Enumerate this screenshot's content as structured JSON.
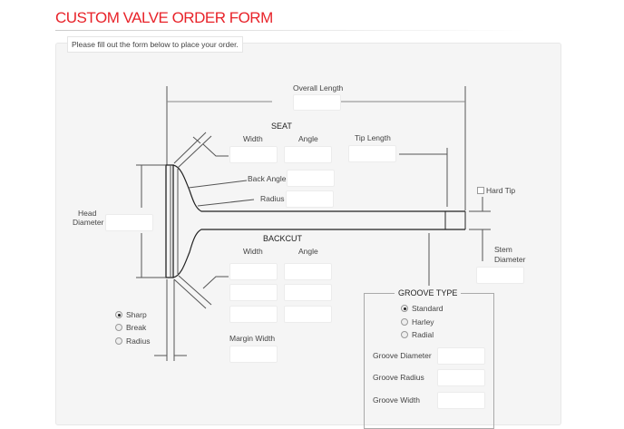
{
  "title": "CUSTOM VALVE ORDER FORM",
  "intro": "Please fill out the form below to place your order.",
  "labels": {
    "overall_length": "Overall Length",
    "seat": "SEAT",
    "width": "Width",
    "angle": "Angle",
    "tip_length": "Tip Length",
    "back_angle": "Back Angle",
    "radius": "Radius",
    "head_diameter_1": "Head",
    "head_diameter_2": "Diameter",
    "backcut": "BACKCUT",
    "hard_tip": "Hard Tip",
    "stem_1": "Stem",
    "stem_2": "Diameter",
    "margin_width": "Margin Width",
    "groove_type": "GROOVE TYPE",
    "groove_diameter": "Groove Diameter",
    "groove_radius": "Groove Radius",
    "groove_width": "Groove Width"
  },
  "margin_options": [
    {
      "label": "Sharp",
      "checked": true
    },
    {
      "label": "Break",
      "checked": false
    },
    {
      "label": "Radius",
      "checked": false
    }
  ],
  "groove_options": [
    {
      "label": "Standard",
      "checked": true
    },
    {
      "label": "Harley",
      "checked": false
    },
    {
      "label": "Radial",
      "checked": false
    }
  ]
}
